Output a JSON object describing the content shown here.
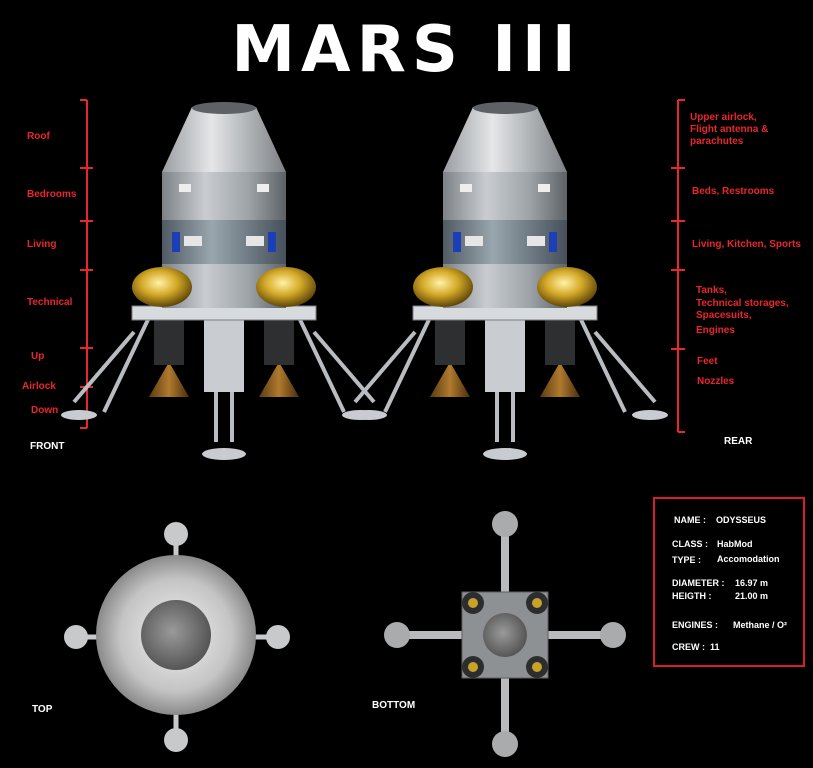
{
  "title": "MARS III",
  "front_zones": [
    "Roof",
    "Bedrooms",
    "Living",
    "Technical",
    "Up",
    "Airlock",
    "Down"
  ],
  "rear_zones": {
    "roof": [
      "Upper airlock,",
      "Flight antenna &",
      "parachutes"
    ],
    "bedrooms": "Beds, Restrooms",
    "living": "Living, Kitchen, Sports",
    "technical": [
      "Tanks,",
      "Technical storages,",
      "Spacesuits,",
      "Engines"
    ],
    "feet": "Feet",
    "nozzles": "Nozzles"
  },
  "views": {
    "front": "FRONT",
    "rear": "REAR",
    "top": "TOP",
    "bottom": "BOTTOM"
  },
  "specs": {
    "name_label": "NAME :",
    "name": "ODYSSEUS",
    "class_label": "CLASS :",
    "class": "HabMod",
    "type_label": "TYPE :",
    "type": "Accomodation",
    "diameter_label": "DIAMETER :",
    "diameter": "16.97 m",
    "height_label": "HEIGTH :",
    "height": "21.00 m",
    "engines_label": "ENGINES :",
    "engines": "Methane / O²",
    "crew_label": "CREW :",
    "crew": "11"
  },
  "colors": {
    "annotation_red": "#e8262d",
    "border_red": "#d81f26",
    "gold": "#c9a227"
  }
}
